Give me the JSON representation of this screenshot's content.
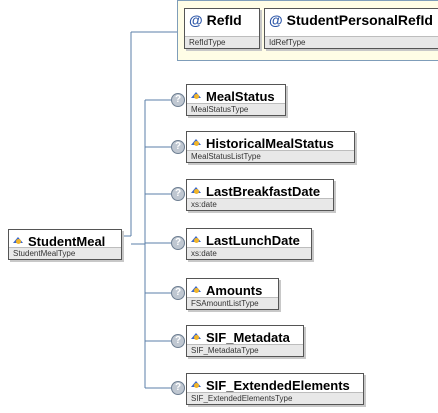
{
  "root": {
    "name": "StudentMeal",
    "type": "StudentMealType"
  },
  "attributes": [
    {
      "name": "RefId",
      "type": "RefIdType"
    },
    {
      "name": "StudentPersonalRefId",
      "type": "IdRefType"
    }
  ],
  "elements": [
    {
      "name": "MealStatus",
      "type": "MealStatusType",
      "optional": true
    },
    {
      "name": "HistoricalMealStatus",
      "type": "MealStatusListType",
      "optional": true
    },
    {
      "name": "LastBreakfastDate",
      "type": "xs:date",
      "optional": true
    },
    {
      "name": "LastLunchDate",
      "type": "xs:date",
      "optional": true
    },
    {
      "name": "Amounts",
      "type": "FSAmountListType",
      "optional": true
    },
    {
      "name": "SIF_Metadata",
      "type": "SIF_MetadataType",
      "optional": true
    },
    {
      "name": "SIF_ExtendedElements",
      "type": "SIF_ExtendedElementsType",
      "optional": true
    }
  ],
  "icons": {
    "element": "element-icon",
    "attribute": "attribute-at-icon",
    "optional": "optional-question-icon"
  },
  "colors": {
    "connector": "#5b7fa8",
    "attr_group_bg": "#fffde6",
    "element_icon": "#3a66c9",
    "element_icon_dot": "#f1b52a"
  }
}
